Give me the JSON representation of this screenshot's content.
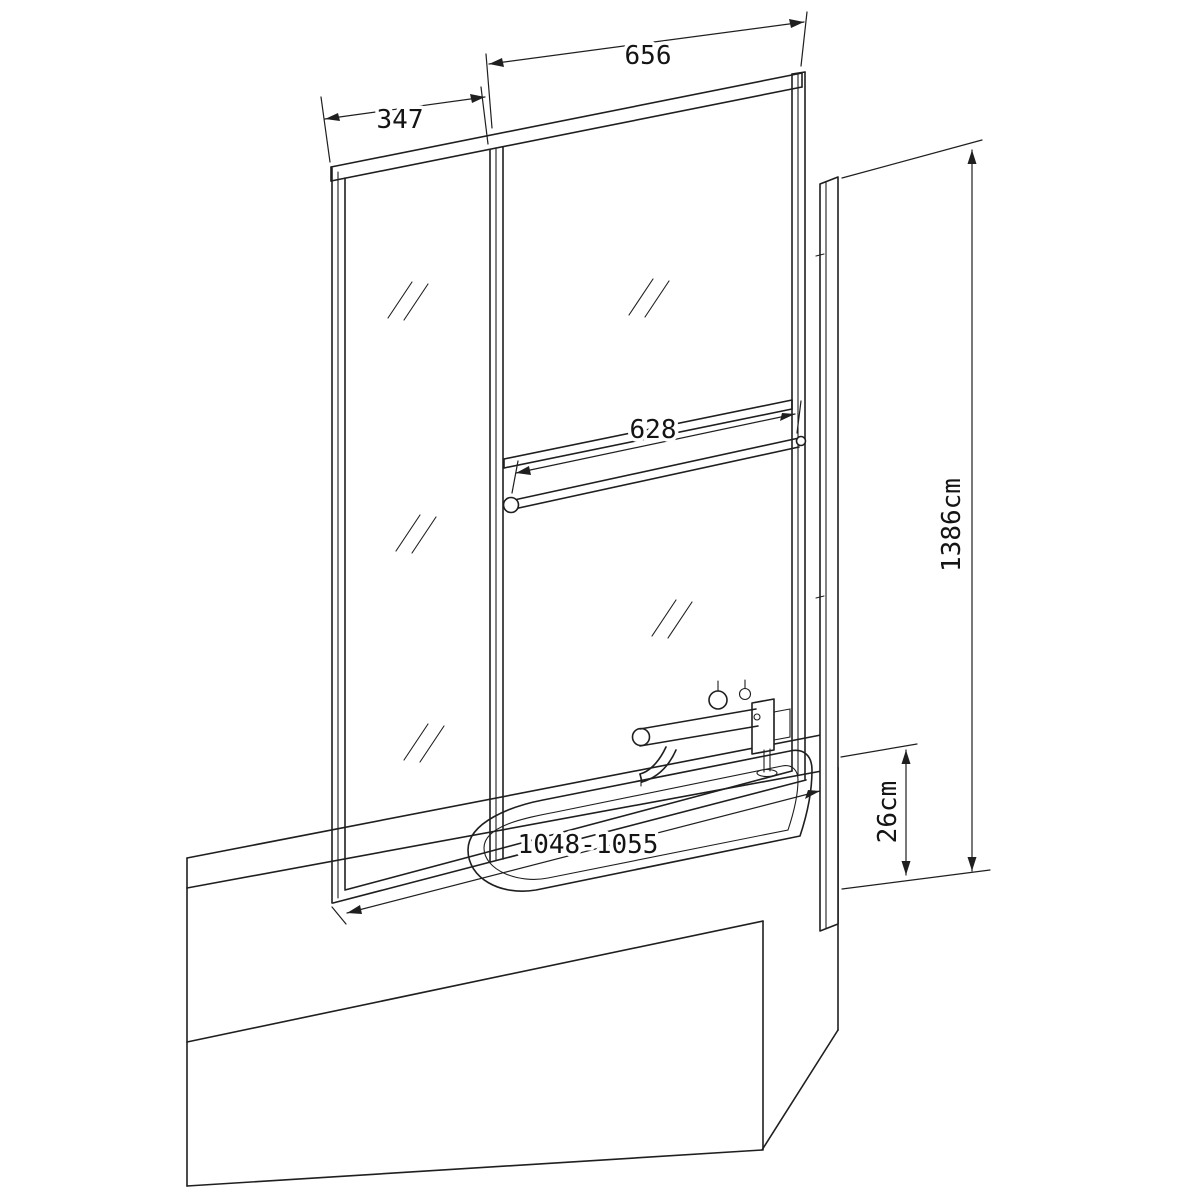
{
  "drawing": {
    "type": "technical-line-diagram",
    "subject": "Two-panel folding bath shower screen with towel bar mounted over a bathtub, with dimension annotations",
    "line_color": "#1f1f1f",
    "background_color": "#ffffff"
  },
  "dimensions": {
    "right_panel_width": "656",
    "left_panel_width": "347",
    "towel_bar_length": "628",
    "total_height": "1386cm",
    "below_rim_height": "26cm",
    "overall_width_range": "1048-1055"
  }
}
